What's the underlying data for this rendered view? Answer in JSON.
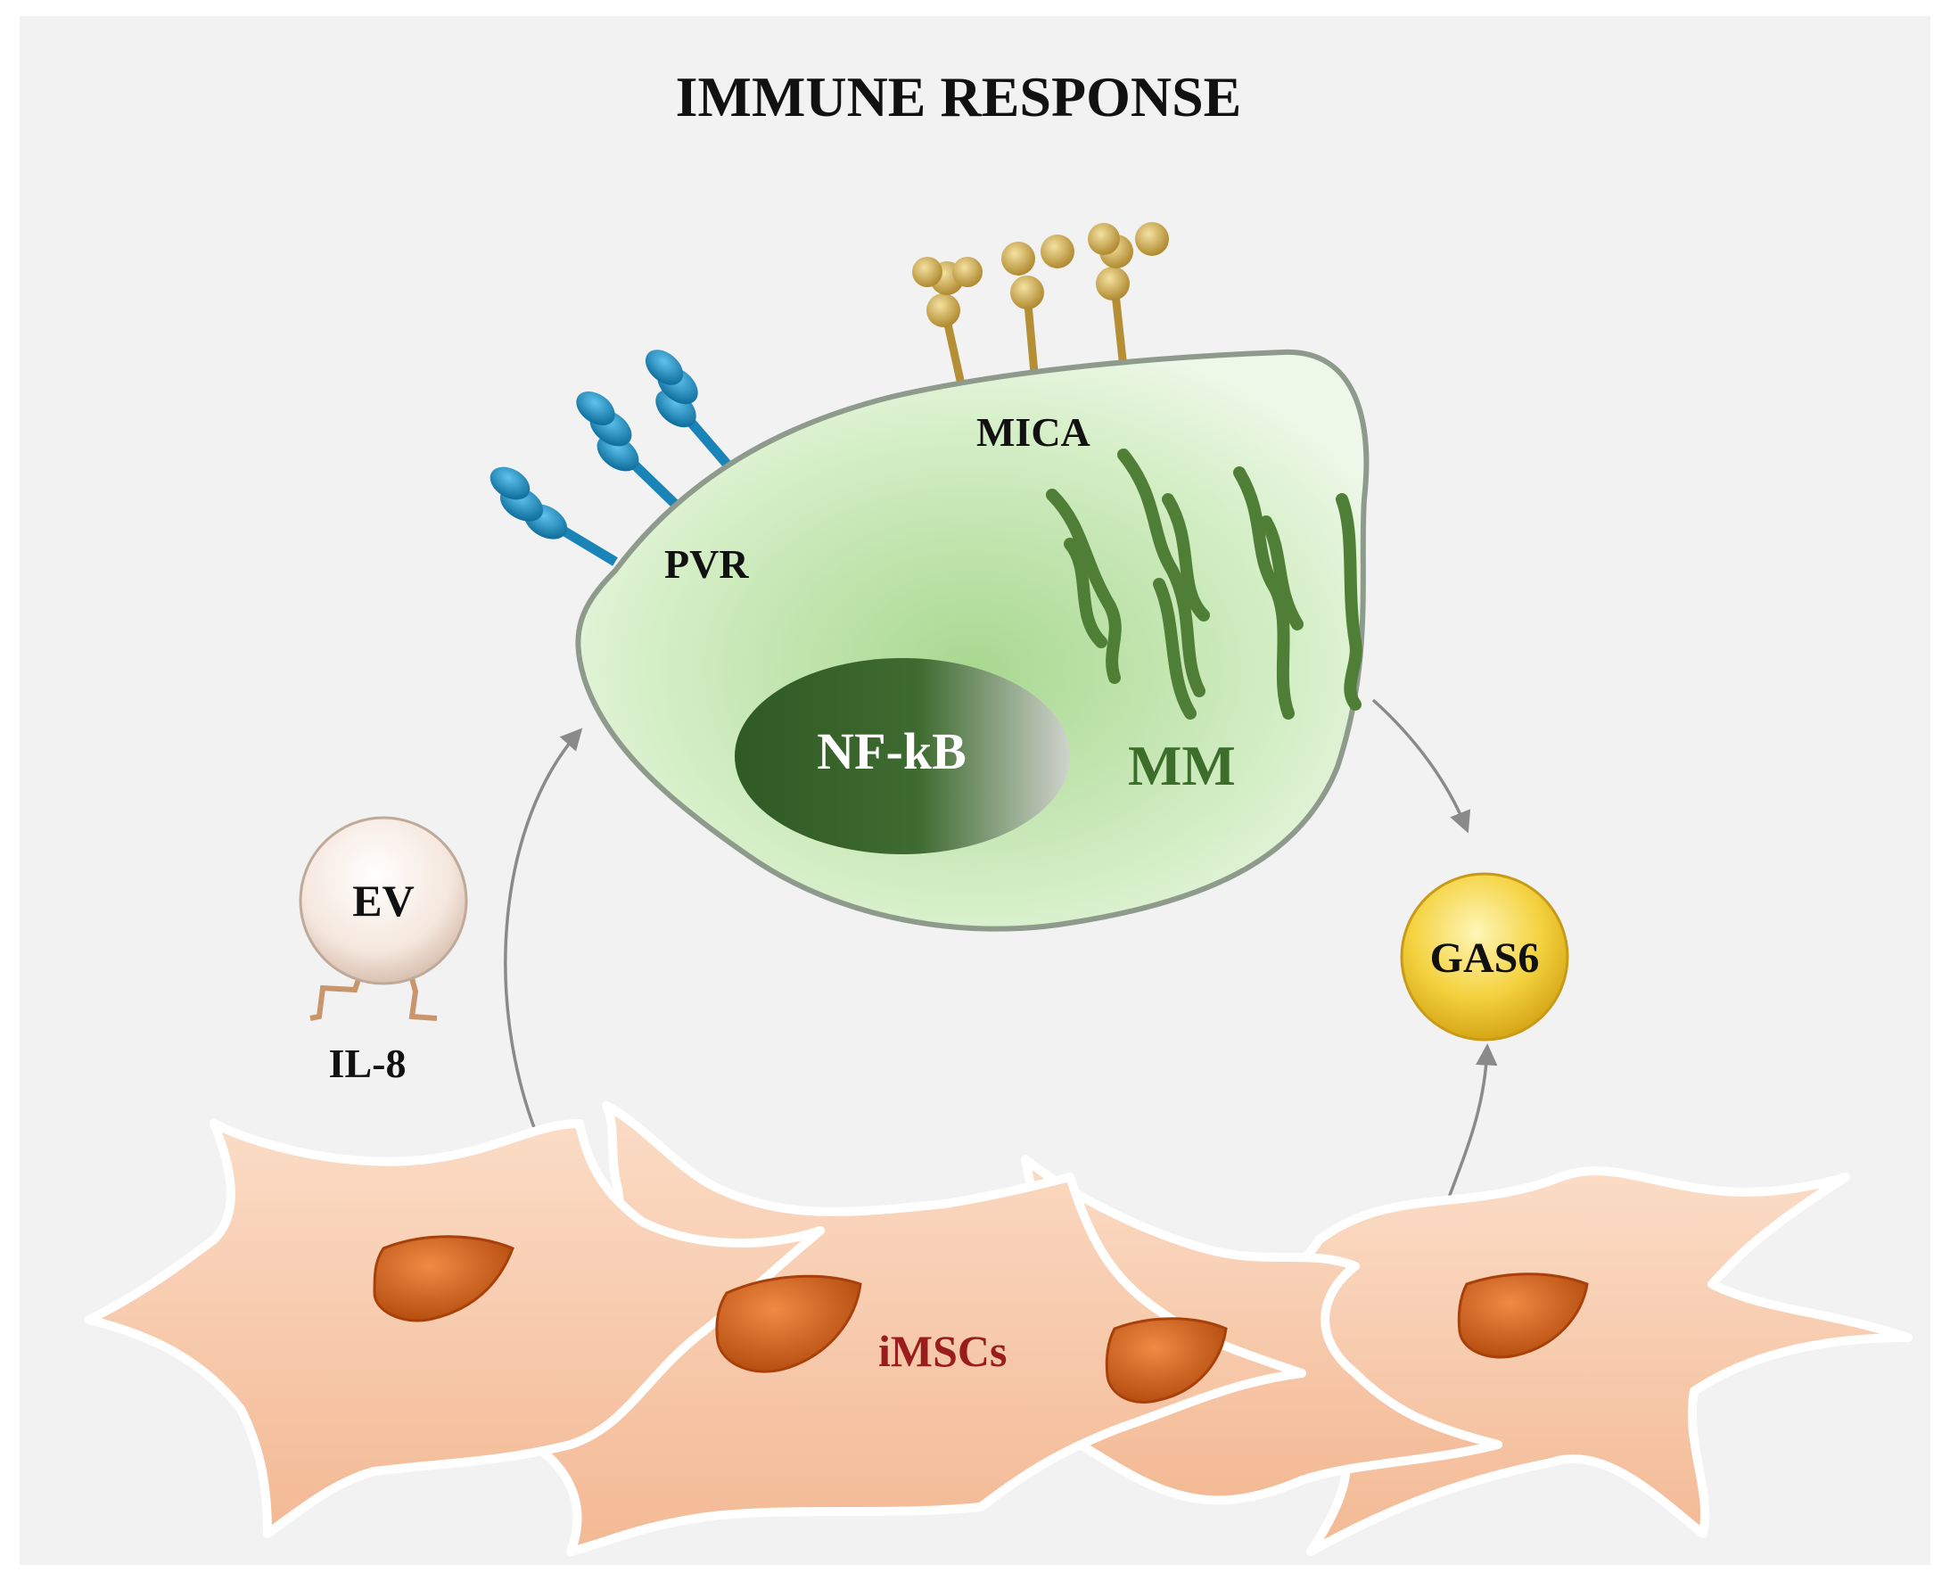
{
  "title": "IMMUNE RESPONSE",
  "labels": {
    "pvr": "PVR",
    "mica": "MICA",
    "nfkb": "NF-kB",
    "mm": "MM",
    "ev": "EV",
    "il8": "IL-8",
    "gas6": "GAS6",
    "imscs": "iMSCs"
  },
  "colors": {
    "background": "#f2f2f2",
    "title": "#111111",
    "cell_fill": "#d9f0cc",
    "cell_outline": "#8a9a86",
    "nucleus": "#3f6b30",
    "organelle": "#4f7f36",
    "mm_label": "#3c6d2b",
    "pvr_receptor": "#1f8fc6",
    "mica_ligand": "#c9a54a",
    "gas6": "#f2cf3a",
    "ev": "#f4e6dc",
    "stromal_cell": "#f7c8a8",
    "stromal_nucleus": "#d05a14",
    "imscs_label": "#9a1c1c",
    "arrow": "#8a8a8a"
  }
}
